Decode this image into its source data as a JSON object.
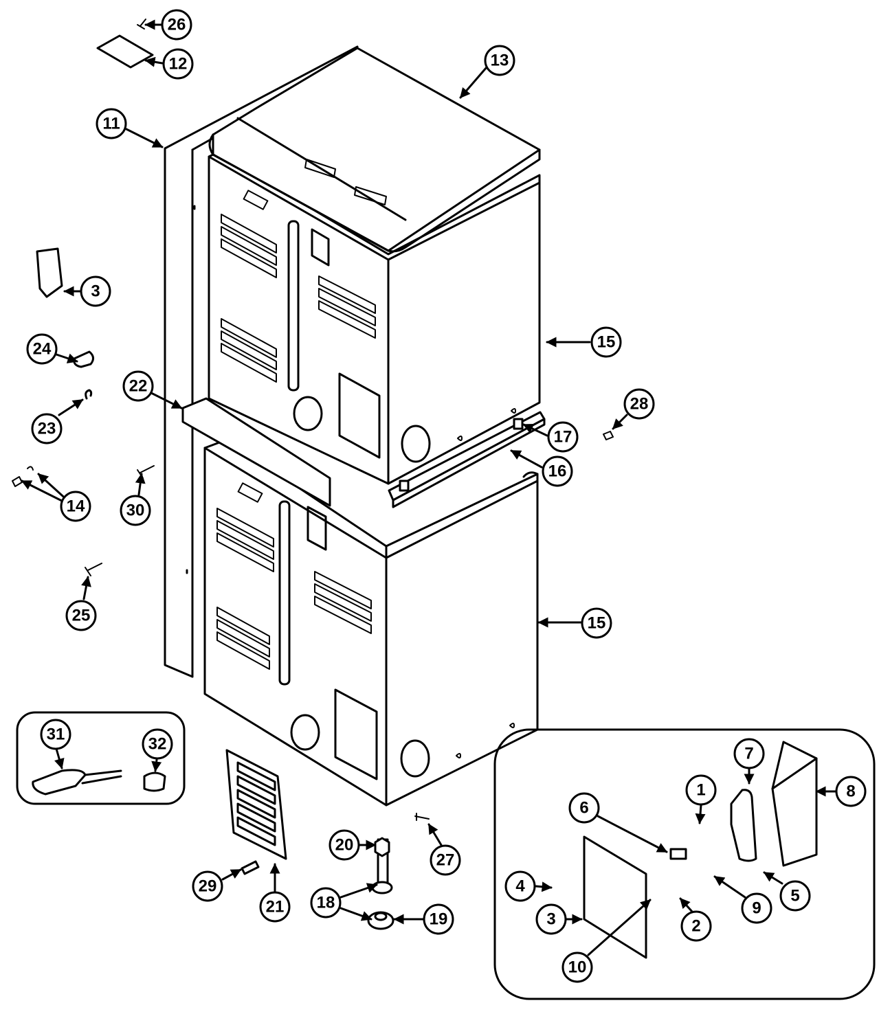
{
  "callouts": [
    {
      "id": "c26",
      "label": "26"
    },
    {
      "id": "c12",
      "label": "12"
    },
    {
      "id": "c13",
      "label": "13"
    },
    {
      "id": "c11",
      "label": "11"
    },
    {
      "id": "c3a",
      "label": "3"
    },
    {
      "id": "c15a",
      "label": "15"
    },
    {
      "id": "c24",
      "label": "24"
    },
    {
      "id": "c22",
      "label": "22"
    },
    {
      "id": "c28",
      "label": "28"
    },
    {
      "id": "c23",
      "label": "23"
    },
    {
      "id": "c17",
      "label": "17"
    },
    {
      "id": "c16",
      "label": "16"
    },
    {
      "id": "c14",
      "label": "14"
    },
    {
      "id": "c30",
      "label": "30"
    },
    {
      "id": "c25",
      "label": "25"
    },
    {
      "id": "c15b",
      "label": "15"
    },
    {
      "id": "c31",
      "label": "31"
    },
    {
      "id": "c32",
      "label": "32"
    },
    {
      "id": "c7",
      "label": "7"
    },
    {
      "id": "c8",
      "label": "8"
    },
    {
      "id": "c1",
      "label": "1"
    },
    {
      "id": "c6",
      "label": "6"
    },
    {
      "id": "c20",
      "label": "20"
    },
    {
      "id": "c27",
      "label": "27"
    },
    {
      "id": "c4",
      "label": "4"
    },
    {
      "id": "c5",
      "label": "5"
    },
    {
      "id": "c29",
      "label": "29"
    },
    {
      "id": "c18",
      "label": "18"
    },
    {
      "id": "c19",
      "label": "19"
    },
    {
      "id": "c3b",
      "label": "3"
    },
    {
      "id": "c9",
      "label": "9"
    },
    {
      "id": "c2",
      "label": "2"
    },
    {
      "id": "c21",
      "label": "21"
    },
    {
      "id": "c10",
      "label": "10"
    }
  ]
}
